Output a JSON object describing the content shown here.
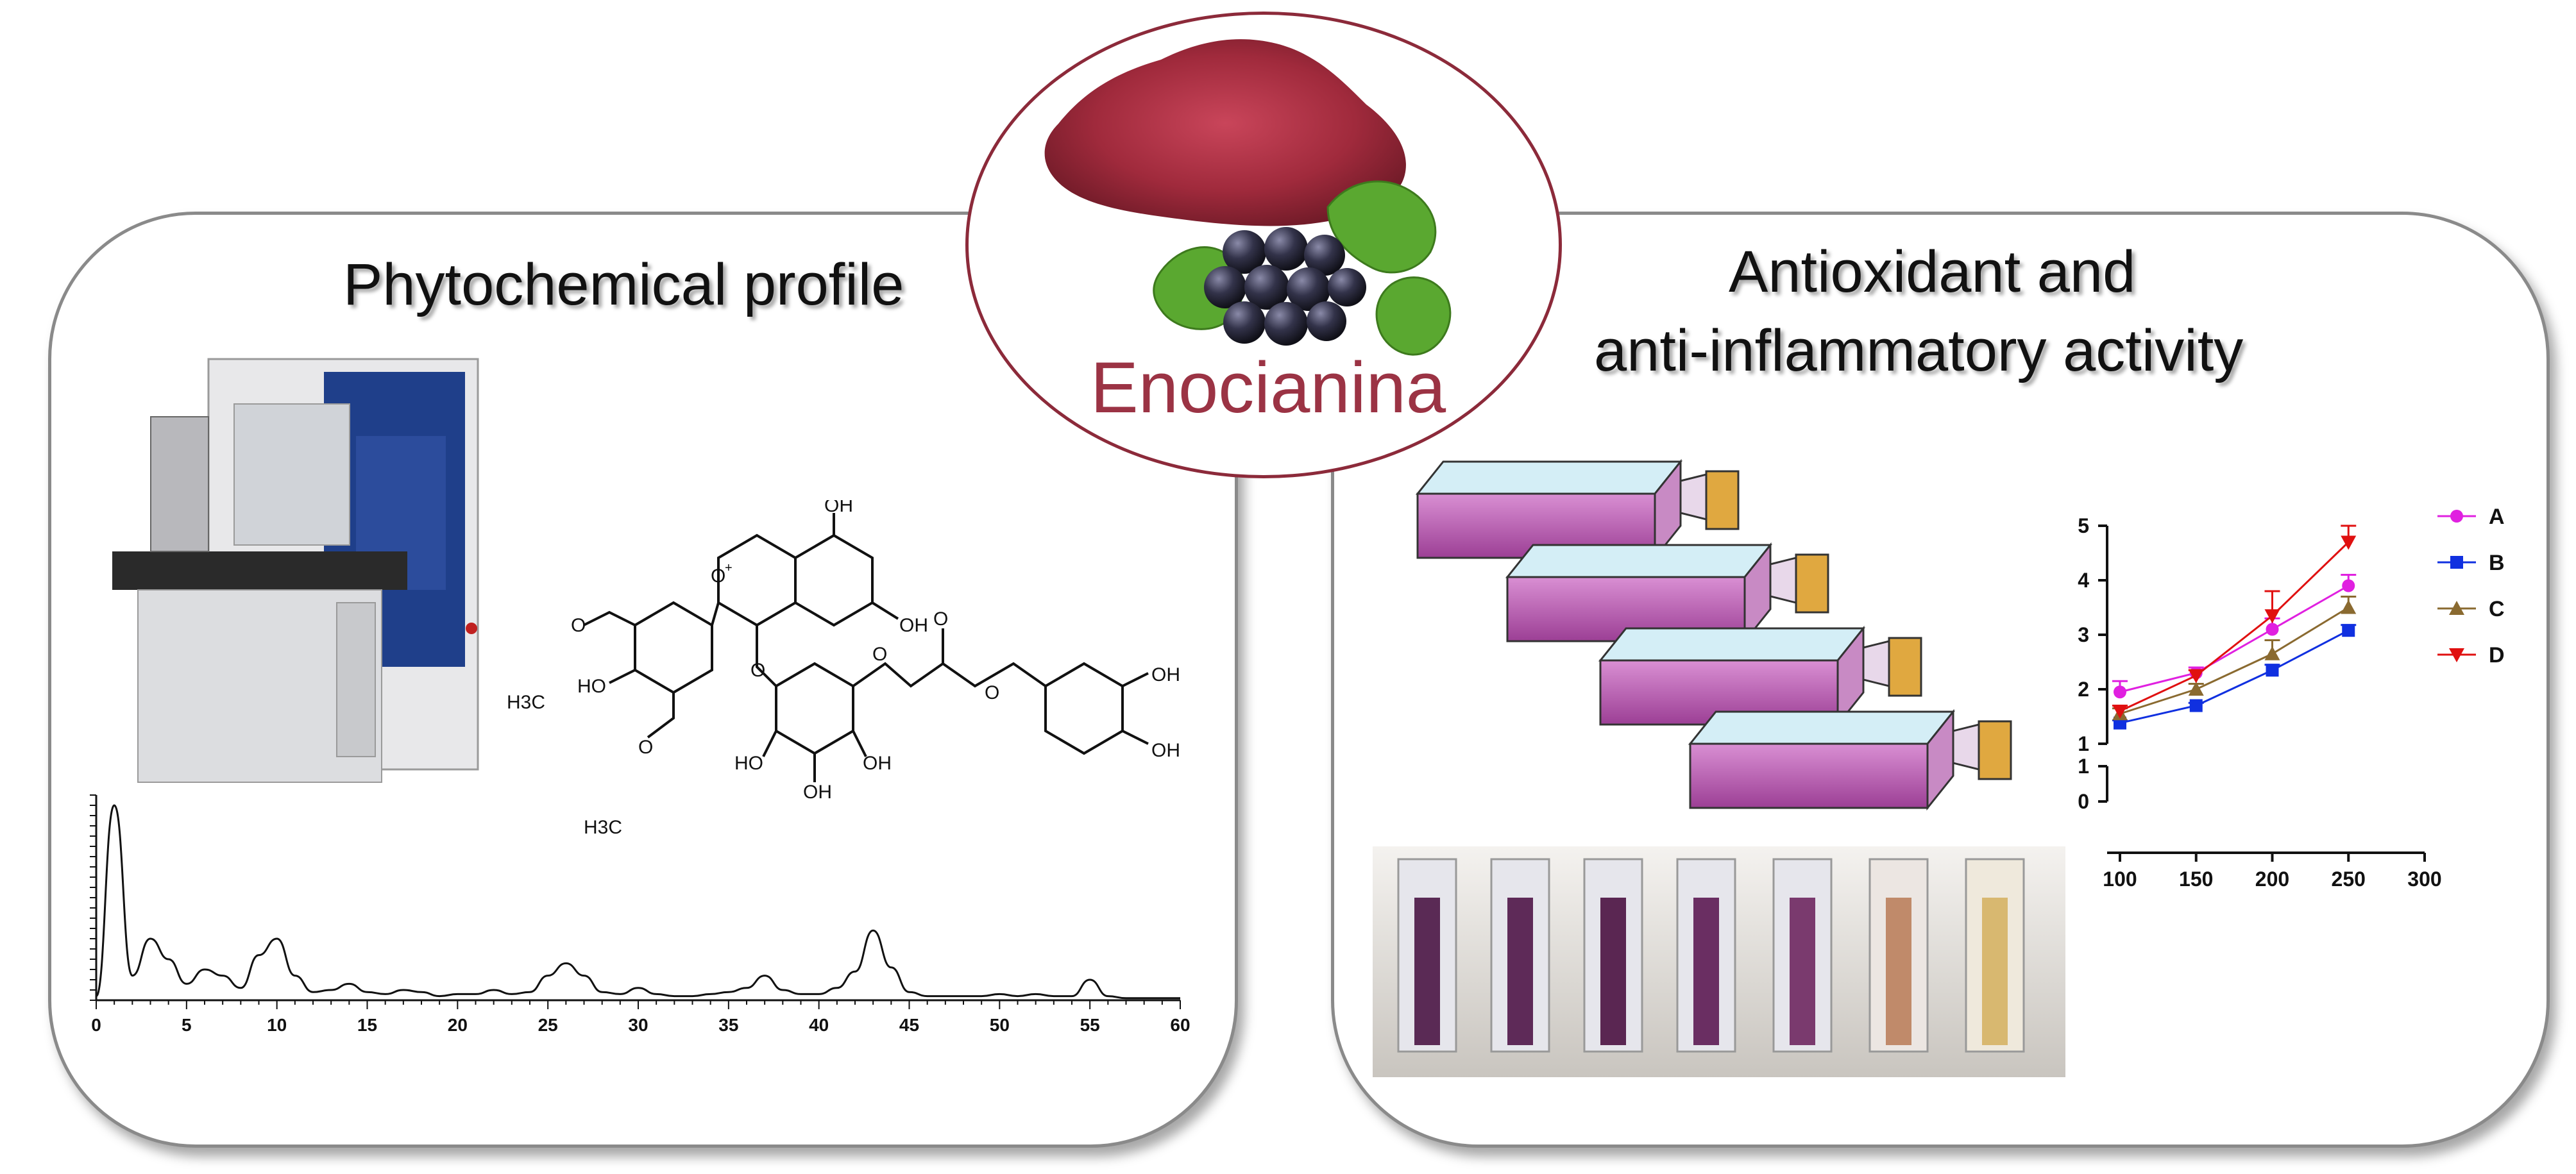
{
  "left_panel": {
    "title": "Phytochemical profile"
  },
  "right_panel": {
    "title_line1": "Antioxidant and",
    "title_line2": "anti-inflammatory activity"
  },
  "center": {
    "label": "Enocianina"
  },
  "molecule": {
    "labels": [
      "OH",
      "O",
      "+",
      "OH",
      "H3C",
      "O",
      "HO",
      "O",
      "H3C",
      "O",
      "O",
      "O",
      "O",
      "OH",
      "OH",
      "HO",
      "OH",
      "OH"
    ]
  },
  "colors": {
    "accent": "#9b3344",
    "panel_border": "#8a8a8a",
    "flask_liquid": "#b04fa8",
    "cap": "#e0a840"
  },
  "chart_data": [
    {
      "type": "line",
      "title": "",
      "xlabel": "",
      "ylabel": "",
      "x": [
        0,
        1,
        2,
        3,
        4,
        5,
        6,
        7,
        8,
        9,
        10,
        11,
        12,
        13,
        14,
        15,
        16,
        17,
        18,
        19,
        20,
        21,
        22,
        23,
        24,
        25,
        26,
        27,
        28,
        29,
        30,
        31,
        32,
        33,
        34,
        35,
        36,
        37,
        38,
        39,
        40,
        41,
        42,
        43,
        44,
        45,
        46,
        47,
        48,
        49,
        50,
        51,
        52,
        53,
        54,
        55,
        56,
        57,
        58,
        59,
        60
      ],
      "xticks": [
        0,
        5,
        10,
        15,
        20,
        25,
        30,
        35,
        40,
        45,
        50,
        55,
        60
      ],
      "xlim": [
        0,
        60
      ],
      "ylim": [
        0,
        1
      ],
      "series": [
        {
          "values": [
            0.02,
            0.95,
            0.12,
            0.3,
            0.2,
            0.08,
            0.15,
            0.12,
            0.06,
            0.22,
            0.3,
            0.12,
            0.04,
            0.05,
            0.08,
            0.04,
            0.03,
            0.05,
            0.04,
            0.02,
            0.03,
            0.03,
            0.05,
            0.03,
            0.04,
            0.12,
            0.18,
            0.12,
            0.04,
            0.03,
            0.06,
            0.03,
            0.02,
            0.02,
            0.03,
            0.04,
            0.06,
            0.12,
            0.05,
            0.03,
            0.03,
            0.06,
            0.14,
            0.34,
            0.16,
            0.04,
            0.02,
            0.02,
            0.02,
            0.02,
            0.03,
            0.02,
            0.03,
            0.02,
            0.02,
            0.1,
            0.02,
            0.01,
            0.01,
            0.01,
            0.01
          ]
        }
      ]
    },
    {
      "type": "line",
      "title": "",
      "xlabel": "",
      "ylabel": "",
      "x": [
        100,
        150,
        200,
        250
      ],
      "xticks": [
        100,
        150,
        200,
        250,
        300
      ],
      "yticks_upper": [
        1,
        2,
        3,
        4,
        5
      ],
      "yticks_lower": [
        0,
        1
      ],
      "xlim": [
        100,
        300
      ],
      "ylim": [
        1,
        5
      ],
      "axis_break": true,
      "legend_position": "right",
      "series": [
        {
          "name": "A",
          "values": [
            1.95,
            2.3,
            3.1,
            3.9
          ],
          "errors": [
            0.2,
            0.1,
            0.2,
            0.2
          ],
          "color": "#e020e0",
          "marker": "circle"
        },
        {
          "name": "B",
          "values": [
            1.38,
            1.7,
            2.35,
            3.08
          ],
          "errors": [
            0.05,
            0.05,
            0.1,
            0.1
          ],
          "color": "#1030e0",
          "marker": "square"
        },
        {
          "name": "C",
          "values": [
            1.55,
            2.0,
            2.65,
            3.5
          ],
          "errors": [
            0.1,
            0.1,
            0.25,
            0.2
          ],
          "color": "#8a6a30",
          "marker": "triangle-up"
        },
        {
          "name": "D",
          "values": [
            1.6,
            2.25,
            3.35,
            4.7
          ],
          "errors": [
            0.1,
            0.1,
            0.45,
            0.3
          ],
          "color": "#e01010",
          "marker": "triangle-down"
        }
      ]
    }
  ]
}
